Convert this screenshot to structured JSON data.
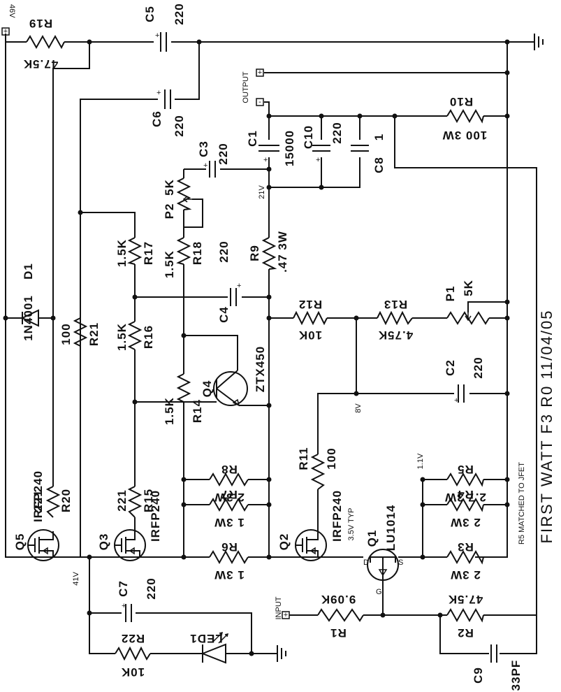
{
  "diagram": {
    "title_text": "FIRST WATT F3  R0  11/04/05",
    "note_r5": "R5 MATCHED TO JFET",
    "terminals": {
      "supply": "46V",
      "output": "OUTPUT",
      "input": "INPUT"
    },
    "voltages": {
      "v21": "21V",
      "v8": "8V",
      "v1_1": "1.1V",
      "v41": "41V",
      "q2_typ": "3.5V TYP"
    },
    "components": {
      "r19": {
        "ref": "R19",
        "value": "47.5K"
      },
      "c5": {
        "ref": "C5",
        "value": "220"
      },
      "c6": {
        "ref": "C6",
        "value": "220"
      },
      "c3": {
        "ref": "C3",
        "value": "220"
      },
      "c1": {
        "ref": "C1",
        "value": "15000"
      },
      "c10": {
        "ref": "C10",
        "value": "220"
      },
      "c8": {
        "ref": "C8",
        "value": "1"
      },
      "r10": {
        "ref": "R10",
        "value": "100 3W"
      },
      "p2": {
        "ref": "P2",
        "value": "5K"
      },
      "d1": {
        "ref": "D1",
        "value": "1N4001"
      },
      "r17": {
        "ref": "R17",
        "value": "1.5K"
      },
      "r18": {
        "ref": "R18",
        "value": "1.5K"
      },
      "r9": {
        "ref": "R9",
        "value": ".47 3W"
      },
      "c4": {
        "ref": "C4",
        "value": "220"
      },
      "r21": {
        "ref": "R21",
        "value": "100"
      },
      "r16": {
        "ref": "R16",
        "value": "1.5K"
      },
      "r12": {
        "ref": "R12",
        "value": "10K"
      },
      "r13": {
        "ref": "R13",
        "value": "4.75K"
      },
      "p1": {
        "ref": "P1",
        "value": "5K"
      },
      "q4": {
        "ref": "Q4",
        "value": "ZTX450"
      },
      "c2": {
        "ref": "C2",
        "value": "220"
      },
      "r14": {
        "ref": "R14",
        "value": "1.5K"
      },
      "r11": {
        "ref": "R11",
        "value": "100"
      },
      "r20": {
        "ref": "R20",
        "value": "221"
      },
      "r15": {
        "ref": "R15",
        "value": "221"
      },
      "r8": {
        "ref": "R8",
        "value": "2 3W"
      },
      "r5": {
        "ref": "R5",
        "value": "2.7 3W"
      },
      "r7": {
        "ref": "R7",
        "value": "1 3W"
      },
      "r4": {
        "ref": "R4",
        "value": "2 3W"
      },
      "q5": {
        "ref": "Q5",
        "value": "IRFP240"
      },
      "q3": {
        "ref": "Q3",
        "value": "IRFP240"
      },
      "q2": {
        "ref": "Q2",
        "value": "IRFP240"
      },
      "q1": {
        "ref": "Q1",
        "value": "LU1014"
      },
      "r6": {
        "ref": "R6",
        "value": "1 3W"
      },
      "r3": {
        "ref": "R3",
        "value": "2 3W"
      },
      "c7": {
        "ref": "C7",
        "value": "220"
      },
      "r1": {
        "ref": "R1",
        "value": "9.09K"
      },
      "r2": {
        "ref": "R2",
        "value": "47.5K"
      },
      "r22": {
        "ref": "R22",
        "value": "10K"
      },
      "led1": {
        "ref": "LED1",
        "value": ""
      },
      "c9": {
        "ref": "C9",
        "value": "33PF"
      }
    },
    "pins": {
      "drain": "D",
      "source": "S",
      "gate": "G"
    },
    "symbols": {
      "plus": "+",
      "minus": "-",
      "terminal_plus": "+",
      "terminal_minus": "-"
    }
  }
}
